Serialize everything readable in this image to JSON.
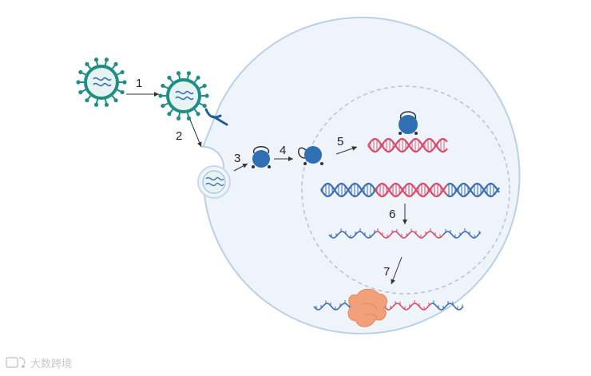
{
  "diagram": {
    "step_labels": [
      "1",
      "2",
      "3",
      "4",
      "5",
      "6",
      "7"
    ],
    "colors": {
      "virus_green": "#1f8f86",
      "virus_fill": "#e6f3f1",
      "cell_fill": "#eef4fa",
      "cell_stroke": "#b9d1e6",
      "nucleus_stroke": "#b9bec4",
      "receptor": "#1e5f96",
      "protein_blue": "#2f6fb3",
      "dna_blue": "#3d6fb1",
      "dna_pink": "#d94b6a",
      "ribosome": "#f1a07a",
      "arrow": "#333333"
    }
  },
  "watermark": {
    "text": "大数跨境"
  }
}
